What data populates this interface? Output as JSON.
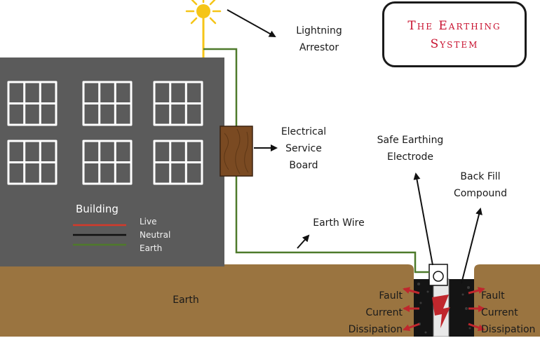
{
  "title": {
    "line1": "The Earthing",
    "line2": "System"
  },
  "labels": {
    "lightning_arrestor": [
      "Lightning",
      "Arrestor"
    ],
    "service_board": [
      "Electrical",
      "Service",
      "Board"
    ],
    "safe_electrode": [
      "Safe Earthing",
      "Electrode"
    ],
    "back_fill": [
      "Back Fill",
      "Compound"
    ],
    "earth_wire": "Earth Wire",
    "earth": "Earth",
    "fault_left": [
      "Fault",
      "Current",
      "Dissipation"
    ],
    "fault_right": [
      "Fault",
      "Current",
      "Dissipation"
    ]
  },
  "building": {
    "title": "Building",
    "legend": [
      {
        "label": "Live",
        "color": "#d43a2a"
      },
      {
        "label": "Neutral",
        "color": "#111111"
      },
      {
        "label": "Earth",
        "color": "#4e7a2b"
      }
    ]
  },
  "colors": {
    "ground": "#9a7440",
    "building": "#5b5b5b",
    "wire": "#4e7a2b",
    "board": "#7a4a22",
    "sun": "#f5c518",
    "fault_arrow": "#c0272d"
  }
}
